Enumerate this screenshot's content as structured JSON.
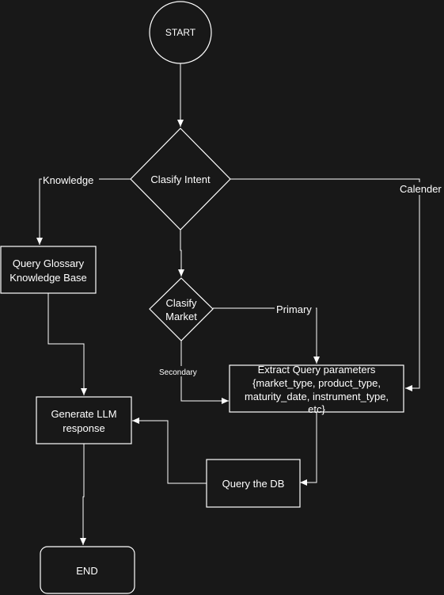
{
  "nodes": {
    "start": "START",
    "classify_intent": "Clasify Intent",
    "query_glossary": [
      "Query Glossary",
      "Knowledge Base"
    ],
    "classify_market": [
      "Clasify",
      "Market"
    ],
    "extract_params": [
      "Extract Query parameters",
      "{market_type, product_type,",
      "maturity_date, instrument_type,",
      "etc}"
    ],
    "generate_llm": [
      "Generate LLM",
      "response"
    ],
    "query_db": "Query the DB",
    "end": "END"
  },
  "edges": {
    "knowledge": "Knowledge",
    "calender": "Calender",
    "primary": "Primary",
    "secondary": "Secondary"
  },
  "colors": {
    "background": "#181818",
    "stroke": "#ffffff",
    "text": "#ffffff"
  }
}
